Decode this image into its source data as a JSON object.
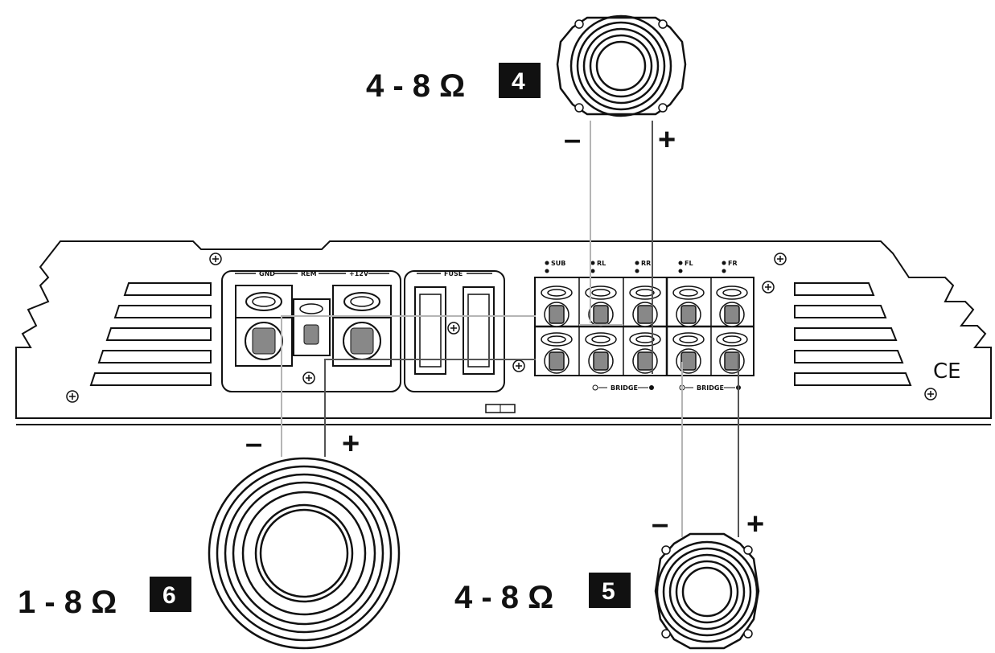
{
  "speakers": {
    "front_pair": {
      "impedance": "4 - 8 Ω",
      "badge": "4",
      "minus": "–",
      "plus": "+"
    },
    "rear_pair": {
      "impedance": "4 - 8 Ω",
      "badge": "5",
      "minus": "–",
      "plus": "+"
    },
    "subwoofer": {
      "impedance": "1 - 8 Ω",
      "badge": "6",
      "minus": "–",
      "plus": "+"
    }
  },
  "amplifier": {
    "power_terminals": {
      "gnd": "GND",
      "rem": "REM",
      "plus12v": "+12V"
    },
    "fuse_label": "FUSE",
    "channel_labels": [
      "SUB",
      "RL",
      "RR",
      "FL",
      "FR"
    ],
    "bridge_label": "BRIDGE",
    "ce_mark": "CE"
  },
  "colors": {
    "ink": "#111111",
    "wire_light": "#b5b5b5",
    "wire_dark": "#555555",
    "badge": "#111111"
  }
}
